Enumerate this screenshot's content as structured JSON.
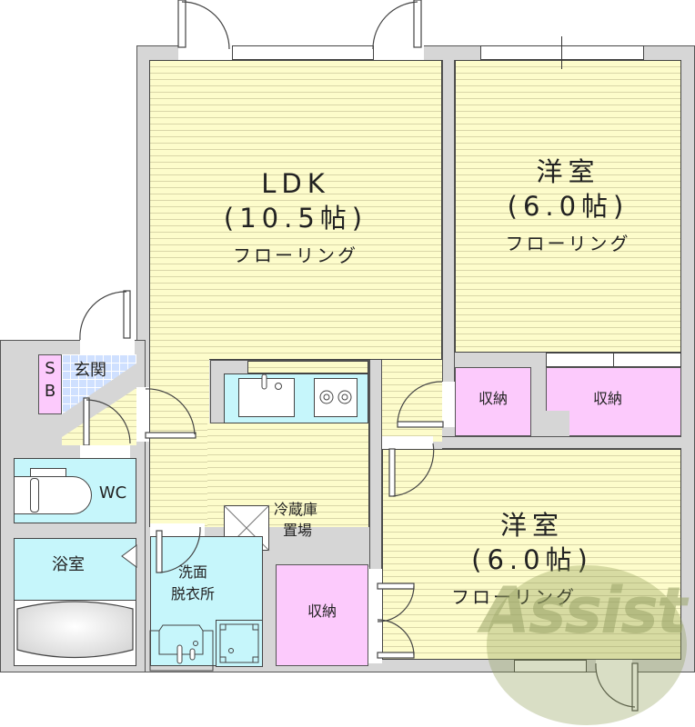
{
  "floorplan": {
    "rooms": {
      "ldk": {
        "name": "LDK",
        "size": "(10.5帖)",
        "floor": "フローリング"
      },
      "western_room_1": {
        "name": "洋室",
        "size": "(6.0帖)",
        "floor": "フローリング"
      },
      "western_room_2": {
        "name": "洋室",
        "size": "(6.0帖)",
        "floor": "フローリング"
      },
      "entrance": {
        "name": "玄関"
      },
      "shoe_box": {
        "name_line1": "S",
        "name_line2": "B"
      },
      "toilet": {
        "name": "WC"
      },
      "bathroom": {
        "name": "浴室"
      },
      "washroom": {
        "name_line1": "洗面",
        "name_line2": "脱衣所"
      },
      "fridge_space": {
        "name_line1": "冷蔵庫",
        "name_line2": "置場"
      },
      "storage_1": {
        "name": "収納"
      },
      "storage_2": {
        "name": "収納"
      },
      "storage_3": {
        "name": "収納"
      }
    },
    "watermark": {
      "text": "Assist"
    },
    "colors": {
      "wall": "#d6d6d6",
      "floor": "#fdfccb",
      "wet_area": "#c6f6fb",
      "storage": "#fccafc",
      "entrance_tile": "#cfe0ff",
      "watermark": "#8a9a50"
    }
  }
}
